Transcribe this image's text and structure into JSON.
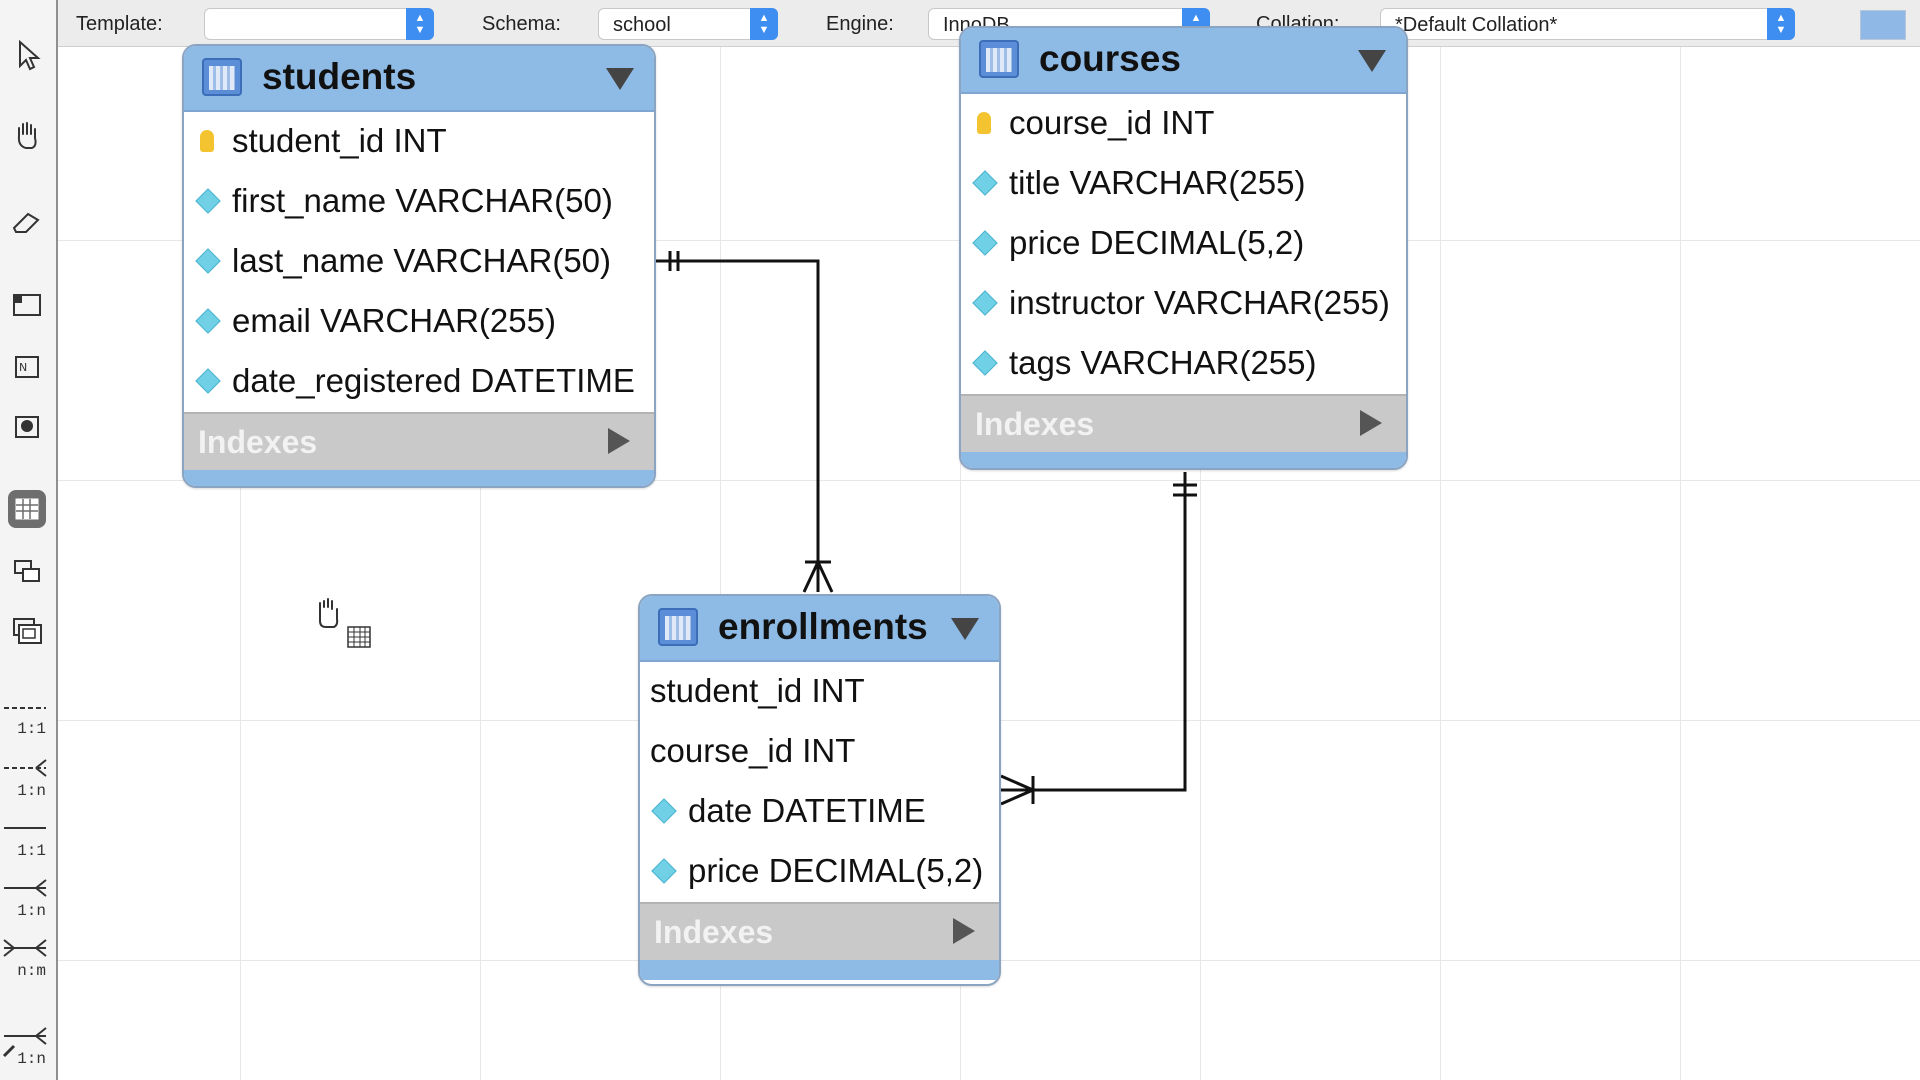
{
  "toolbar": {
    "template_label": "Template:",
    "template_value": "",
    "schema_label": "Schema:",
    "schema_value": "school",
    "engine_label": "Engine:",
    "engine_value": "InnoDB",
    "collation_label": "Collation:",
    "collation_value": "*Default Collation*",
    "table_color": "#8fb8e6"
  },
  "palette": {
    "tools": [
      {
        "name": "pointer-tool-icon"
      },
      {
        "name": "hand-tool-icon"
      },
      {
        "name": "eraser-tool-icon"
      },
      {
        "name": "layer-tool-icon"
      },
      {
        "name": "note-tool-icon"
      },
      {
        "name": "image-tool-icon"
      },
      {
        "name": "table-tool-icon"
      },
      {
        "name": "view-tool-icon"
      },
      {
        "name": "routine-group-tool-icon"
      }
    ],
    "relationships": [
      {
        "label": "1:1"
      },
      {
        "label": "1:n"
      },
      {
        "label": "1:1"
      },
      {
        "label": "1:n"
      },
      {
        "label": "n:m"
      },
      {
        "label": "1:n"
      }
    ]
  },
  "tables": {
    "students": {
      "name": "students",
      "columns": [
        {
          "text": "student_id INT",
          "kind": "key"
        },
        {
          "text": "first_name VARCHAR(50)",
          "kind": "diamond"
        },
        {
          "text": "last_name VARCHAR(50)",
          "kind": "diamond"
        },
        {
          "text": "email VARCHAR(255)",
          "kind": "diamond"
        },
        {
          "text": "date_registered DATETIME",
          "kind": "diamond"
        }
      ],
      "indexes_label": "Indexes"
    },
    "courses": {
      "name": "courses",
      "columns": [
        {
          "text": "course_id INT",
          "kind": "key"
        },
        {
          "text": "title VARCHAR(255)",
          "kind": "diamond"
        },
        {
          "text": "price DECIMAL(5,2)",
          "kind": "diamond"
        },
        {
          "text": "instructor VARCHAR(255)",
          "kind": "diamond"
        },
        {
          "text": "tags VARCHAR(255)",
          "kind": "diamond"
        }
      ],
      "indexes_label": "Indexes"
    },
    "enrollments": {
      "name": "enrollments",
      "columns": [
        {
          "text": "student_id INT",
          "kind": "plain"
        },
        {
          "text": "course_id INT",
          "kind": "plain"
        },
        {
          "text": "date DATETIME",
          "kind": "diamond"
        },
        {
          "text": "price DECIMAL(5,2)",
          "kind": "diamond"
        }
      ],
      "indexes_label": "Indexes"
    }
  },
  "relationships": [
    {
      "from": "students",
      "to": "enrollments",
      "type": "1:n"
    },
    {
      "from": "courses",
      "to": "enrollments",
      "type": "1:n"
    }
  ]
}
